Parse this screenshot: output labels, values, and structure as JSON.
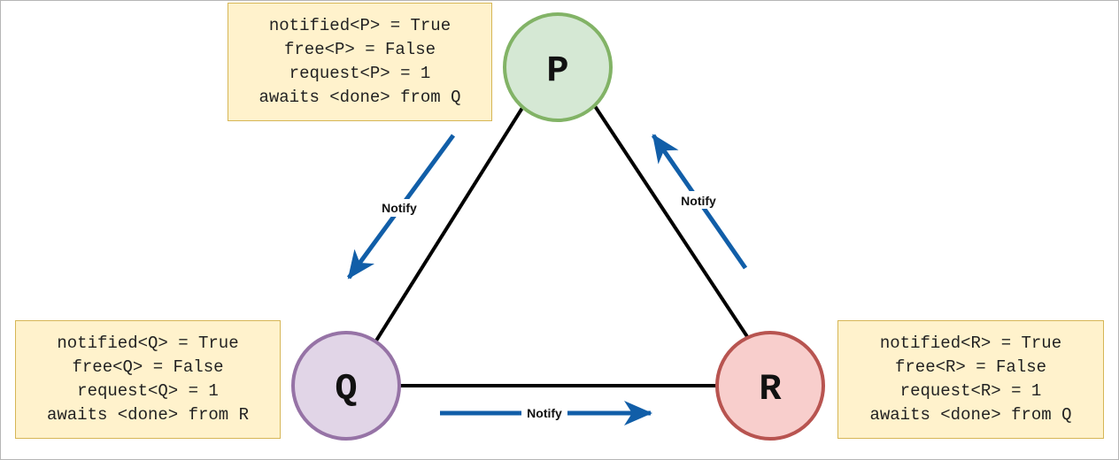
{
  "nodes": {
    "p": {
      "label": "P",
      "fill": "#d5e8d4",
      "stroke": "#82b366"
    },
    "q": {
      "label": "Q",
      "fill": "#e1d5e7",
      "stroke": "#9673a6"
    },
    "r": {
      "label": "R",
      "fill": "#f8cecc",
      "stroke": "#b85450"
    }
  },
  "state_boxes": {
    "p": {
      "lines": [
        "notified<P> = True",
        "free<P> = False",
        "request<P> = 1",
        "awaits <done> from Q"
      ]
    },
    "q": {
      "lines": [
        "notified<Q> = True",
        "free<Q> = False",
        "request<Q> = 1",
        "awaits <done> from R"
      ]
    },
    "r": {
      "lines": [
        "notified<R> = True",
        "free<R> = False",
        "request<R> = 1",
        "awaits <done> from Q"
      ]
    }
  },
  "arrows": {
    "p_to_q": {
      "label": "Notify"
    },
    "r_to_p": {
      "label": "Notify"
    },
    "q_to_r": {
      "label": "Notify"
    }
  },
  "colors": {
    "edge": "#000000",
    "arrow": "#115ea8",
    "box_fill": "#fff2cc",
    "box_stroke": "#d6b656"
  }
}
